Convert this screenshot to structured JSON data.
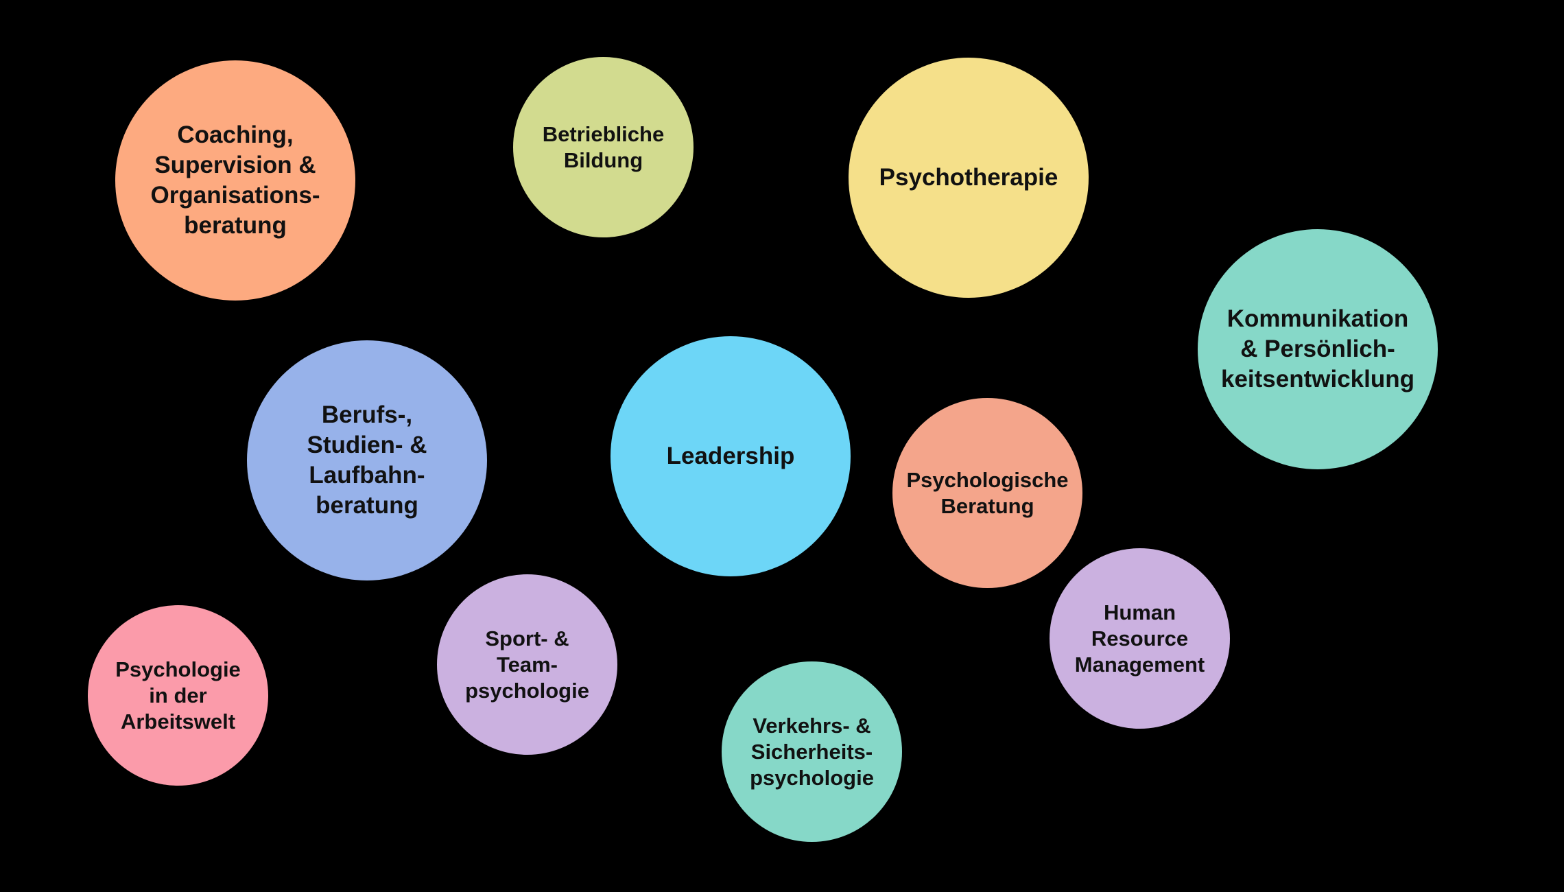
{
  "bubbles": {
    "coaching": {
      "label": "Coaching,\nSupervision &\nOrganisations-\nberatung",
      "color": "#FDAA80"
    },
    "bildung": {
      "label": "Betriebliche\nBildung",
      "color": "#D2DB8F"
    },
    "psychoth": {
      "label": "Psychotherapie",
      "color": "#F5E08A"
    },
    "kommunik": {
      "label": "Kommunikation\n& Persönlich-\nkeitsentwicklung",
      "color": "#86D8C8"
    },
    "berufs": {
      "label": "Berufs-,\nStudien- &\nLaufbahn-\nberatung",
      "color": "#97B2EA"
    },
    "leadership": {
      "label": "Leadership",
      "color": "#6DD6F7"
    },
    "psychber": {
      "label": "Psychologische\nBeratung",
      "color": "#F4A58B"
    },
    "hrm": {
      "label": "Human\nResource\nManagement",
      "color": "#CBB1E0"
    },
    "sport": {
      "label": "Sport- &\nTeam-\npsychologie",
      "color": "#CBB1E0"
    },
    "arbeit": {
      "label": "Psychologie\nin der\nArbeitswelt",
      "color": "#FB9BAA"
    },
    "verkehr": {
      "label": "Verkehrs- &\nSicherheits-\npsychologie",
      "color": "#86D8C8"
    }
  }
}
